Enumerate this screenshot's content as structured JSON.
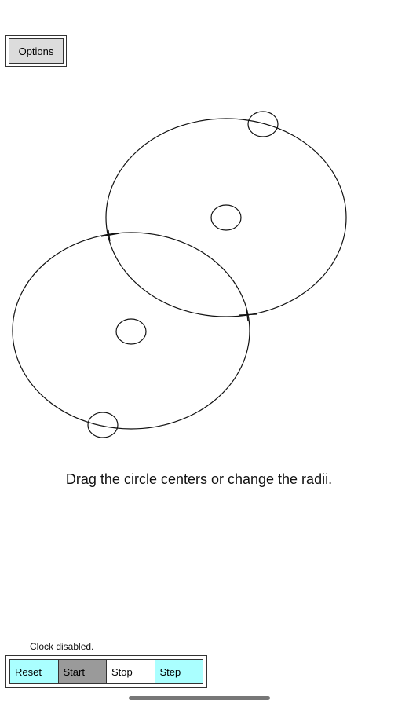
{
  "toolbar": {
    "options_label": "Options"
  },
  "message": "Drag the circle centers or change the radii.",
  "clock": {
    "status": "Clock disabled."
  },
  "controls": [
    {
      "label": "Reset",
      "bg": "#aaffff"
    },
    {
      "label": "Start",
      "bg": "#9a9a9a"
    },
    {
      "label": "Stop",
      "bg": "#ffffff"
    },
    {
      "label": "Step",
      "bg": "#aaffff"
    }
  ]
}
